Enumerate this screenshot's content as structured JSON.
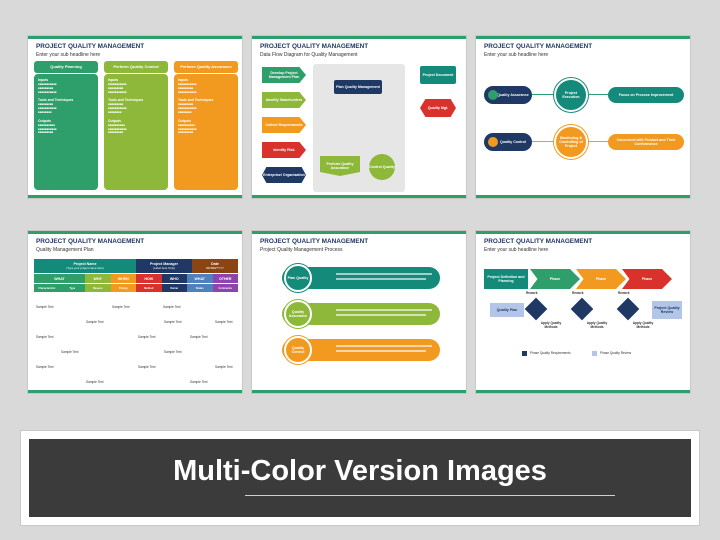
{
  "colors": {
    "green": "#2e9e6a",
    "lightgreen": "#8db83a",
    "orange": "#f29a1f",
    "red": "#d9312b",
    "purple": "#8e44ad",
    "teal": "#138a7a",
    "navy": "#1f3864",
    "blue": "#4f81bd"
  },
  "slides": [
    {
      "title": "PROJECT QUALITY MANAGEMENT",
      "subtitle": "Enter your sub headline here",
      "columns": [
        {
          "head": "Quality Planning",
          "s1": "Inputs",
          "s2": "Tools and Techniques",
          "s3": "Outputs"
        },
        {
          "head": "Perform Quality Control",
          "s1": "Inputs",
          "s2": "Tools and Techniques",
          "s3": "Outputs"
        },
        {
          "head": "Perform Quality Assurance",
          "s1": "Inputs",
          "s2": "Tools and Techniques",
          "s3": "Outputs"
        }
      ]
    },
    {
      "title": "PROJECT QUALITY MANAGEMENT",
      "subtitle": "Data Flow Diagram for Quality Management",
      "left": [
        "Develop Project Management Plan",
        "Identify Stakeholders",
        "Collect Requirements",
        "Identify Risk",
        "Enterprise/ Organization"
      ],
      "center1": "Plan Quality Management",
      "center2": "Perform Quality Assurance",
      "center3": "Control Quality",
      "right1": "Project Document",
      "right2": "Quality Mgt."
    },
    {
      "title": "PROJECT QUALITY MANAGEMENT",
      "subtitle": "Enter your sub headline here",
      "item1": "Quality Assurance",
      "hub1": "Project Execution",
      "out1": "Focus on Process Improvement",
      "item2": "Quality Control",
      "hub2": "Monitoring & Controlling of Project",
      "out2": "Concerned with Product and Their Conformance"
    },
    {
      "title": "PROJECT QUALITY MANAGEMENT",
      "subtitle": "Quality Management Plan",
      "header": [
        "Project Name",
        "Project Manager",
        "Date"
      ],
      "header_sub": [
        "(Type your project name here)",
        "(Label here Only)",
        "DD/MM/YYYY"
      ],
      "w_cols": [
        "WHAT",
        "WHY",
        "WHEN",
        "HOW",
        "WHO",
        "WHAT",
        "OTHER"
      ],
      "sub_cols": [
        "Characteristic",
        "Type",
        "Reason",
        "Timing",
        "Method",
        "Owner",
        "Status",
        "Comments"
      ],
      "sample": "Sample Text"
    },
    {
      "title": "PROJECT QUALITY MANAGEMENT",
      "subtitle": "Project Quality Management Process",
      "steps": [
        "Plan Quality",
        "Quality Assurance",
        "Quality Control"
      ]
    },
    {
      "title": "PROJECT QUALITY MANAGEMENT",
      "subtitle": "Enter your sub headline here",
      "start": "Project Definition and Planning",
      "phase": "Phase",
      "rework": "Rework",
      "qplan": "Quality Plan",
      "apply": "Apply Quality Methods",
      "review": "Project Quality Review",
      "legend1": "Phase Quality Requirements",
      "legend2": "Phase Quality Review"
    }
  ],
  "banner": {
    "text": "Multi-Color Version Images"
  }
}
